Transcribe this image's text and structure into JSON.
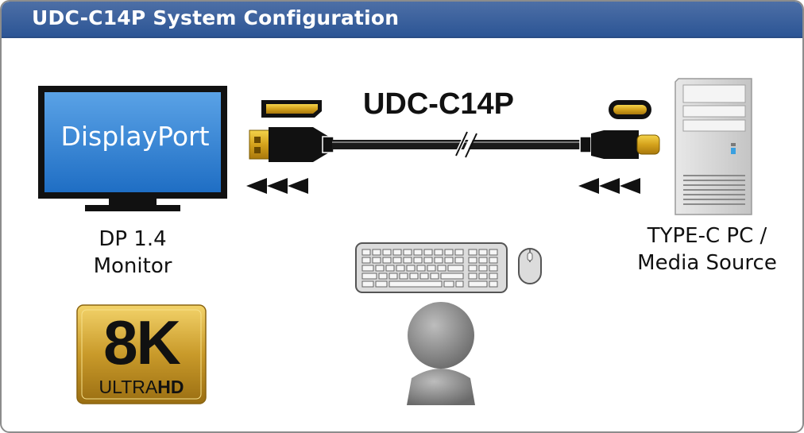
{
  "header": {
    "title": "UDC-C14P System Configuration"
  },
  "monitor": {
    "screen_text": "DisplayPort",
    "label_line1": "DP 1.4",
    "label_line2": "Monitor"
  },
  "cable": {
    "label": "UDC-C14P"
  },
  "source": {
    "label_line1": "TYPE-C PC /",
    "label_line2": "Media Source"
  },
  "badge": {
    "main": "8K",
    "sub_light": "ULTRA",
    "sub_bold": "HD"
  },
  "colors": {
    "header": "#2c5595",
    "screen": "#2e7fd6",
    "gold": "#d4a21c",
    "dark": "#111111"
  }
}
